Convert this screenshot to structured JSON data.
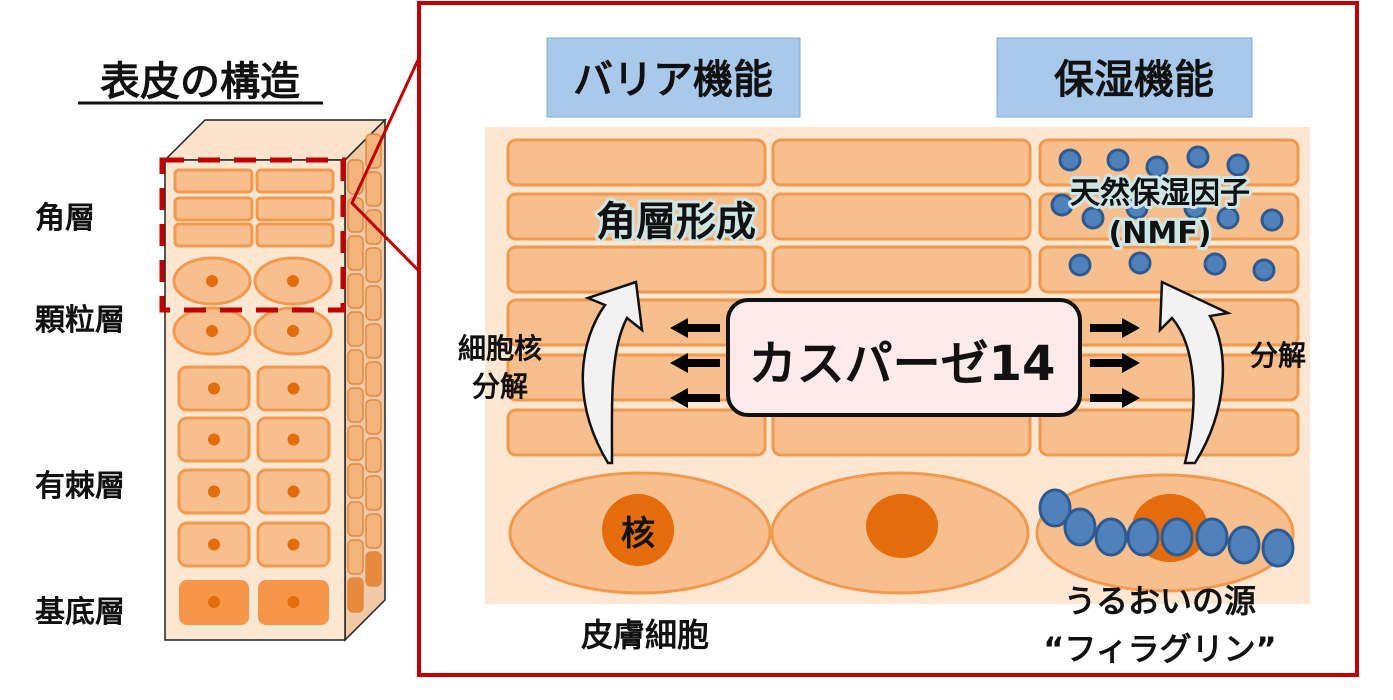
{
  "left": {
    "title": "表皮の構造",
    "layers": [
      "角層",
      "顆粒層",
      "有棘層",
      "基底層"
    ]
  },
  "right": {
    "barrier_header": "バリア機能",
    "moisture_header": "保湿機能",
    "cornification": "角層形成",
    "nucleus_breakdown_line1": "細胞核",
    "nucleus_breakdown_line2": "分解",
    "enzyme": "カスパーゼ14",
    "breakdown": "分解",
    "nmf_line1": "天然保湿因子",
    "nmf_line2": "(NMF)",
    "nucleus_label": "核",
    "skin_cell": "皮膚細胞",
    "filaggrin_line1": "うるおいの源",
    "filaggrin_line2": "“フィラグリン”"
  },
  "colors": {
    "frame": "#c00000",
    "cell_fill": "#f8bf8e",
    "nucleus": "#e46c0a",
    "header_bg": "#9dc3e6",
    "nmf_bead": "#4f81bd"
  }
}
